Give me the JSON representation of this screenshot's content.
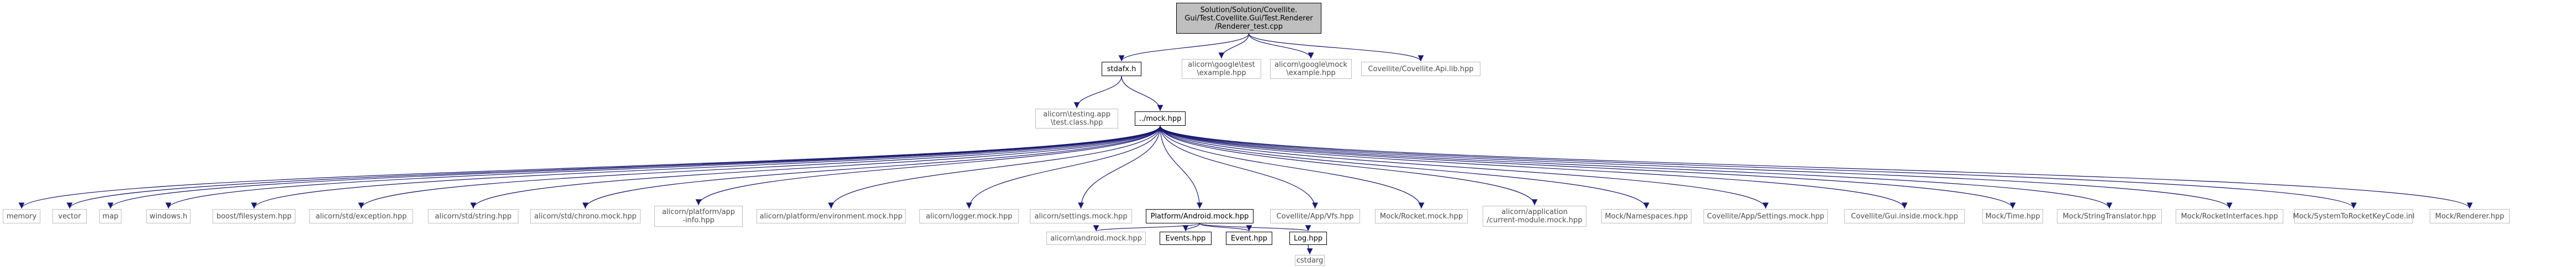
{
  "diagram": {
    "type": "include-dependency-graph",
    "nodes": [
      {
        "id": "root",
        "lines": [
          "Solution/Solution/Covellite.",
          "Gui/Test.Covellite.Gui/Test.Renderer",
          "/Renderer_test.cpp"
        ],
        "style": "root"
      },
      {
        "id": "stdafx",
        "lines": [
          "stdafx.h"
        ],
        "style": "dark"
      },
      {
        "id": "gtest_example",
        "lines": [
          "alicorn\\google\\test",
          "\\example.hpp"
        ],
        "style": "gray"
      },
      {
        "id": "gmock_example",
        "lines": [
          "alicorn\\google\\mock",
          "\\example.hpp"
        ],
        "style": "gray"
      },
      {
        "id": "covellite_api_lib",
        "lines": [
          "Covellite/Covellite.Api.lib.hpp"
        ],
        "style": "gray"
      },
      {
        "id": "testing_app",
        "lines": [
          "alicorn\\testing.app",
          "\\test.class.hpp"
        ],
        "style": "gray"
      },
      {
        "id": "mock_hpp",
        "lines": [
          "../mock.hpp"
        ],
        "style": "dark"
      },
      {
        "id": "memory",
        "lines": [
          "memory"
        ],
        "style": "gray"
      },
      {
        "id": "vector",
        "lines": [
          "vector"
        ],
        "style": "gray"
      },
      {
        "id": "map",
        "lines": [
          "map"
        ],
        "style": "gray"
      },
      {
        "id": "windows",
        "lines": [
          "windows.h"
        ],
        "style": "gray"
      },
      {
        "id": "boost_fs",
        "lines": [
          "boost/filesystem.hpp"
        ],
        "style": "gray"
      },
      {
        "id": "std_exception",
        "lines": [
          "alicorn/std/exception.hpp"
        ],
        "style": "gray"
      },
      {
        "id": "std_string",
        "lines": [
          "alicorn/std/string.hpp"
        ],
        "style": "gray"
      },
      {
        "id": "std_chrono",
        "lines": [
          "alicorn/std/chrono.mock.hpp"
        ],
        "style": "gray"
      },
      {
        "id": "platform_app_info",
        "lines": [
          "alicorn/platform/app",
          "-info.hpp"
        ],
        "style": "gray"
      },
      {
        "id": "platform_env",
        "lines": [
          "alicorn/platform/environment.mock.hpp"
        ],
        "style": "gray"
      },
      {
        "id": "logger",
        "lines": [
          "alicorn/logger.mock.hpp"
        ],
        "style": "gray"
      },
      {
        "id": "settings",
        "lines": [
          "alicorn/settings.mock.hpp"
        ],
        "style": "gray"
      },
      {
        "id": "platform_android",
        "lines": [
          "Platform/Android.mock.hpp"
        ],
        "style": "dark"
      },
      {
        "id": "covellite_app_vfs",
        "lines": [
          "Covellite/App/Vfs.hpp"
        ],
        "style": "gray"
      },
      {
        "id": "mock_rocket",
        "lines": [
          "Mock/Rocket.mock.hpp"
        ],
        "style": "gray"
      },
      {
        "id": "app_current_module",
        "lines": [
          "alicorn/application",
          "/current-module.mock.hpp"
        ],
        "style": "gray"
      },
      {
        "id": "mock_namespaces",
        "lines": [
          "Mock/Namespaces.hpp"
        ],
        "style": "gray"
      },
      {
        "id": "app_settings_mock",
        "lines": [
          "Covellite/App/Settings.mock.hpp"
        ],
        "style": "gray"
      },
      {
        "id": "gui_inside",
        "lines": [
          "Covellite/Gui.inside.mock.hpp"
        ],
        "style": "gray"
      },
      {
        "id": "mock_time",
        "lines": [
          "Mock/Time.hpp"
        ],
        "style": "gray"
      },
      {
        "id": "mock_string_translator",
        "lines": [
          "Mock/StringTranslator.hpp"
        ],
        "style": "gray"
      },
      {
        "id": "mock_rocket_interfaces",
        "lines": [
          "Mock/RocketInterfaces.hpp"
        ],
        "style": "gray"
      },
      {
        "id": "mock_system_keycode",
        "lines": [
          "Mock/SystemToRocketKeyCode.inl"
        ],
        "style": "gray"
      },
      {
        "id": "mock_renderer",
        "lines": [
          "Mock/Renderer.hpp"
        ],
        "style": "gray"
      },
      {
        "id": "android_mock",
        "lines": [
          "alicorn\\android.mock.hpp"
        ],
        "style": "gray"
      },
      {
        "id": "events",
        "lines": [
          "Events.hpp"
        ],
        "style": "dark"
      },
      {
        "id": "event",
        "lines": [
          "Event.hpp"
        ],
        "style": "dark"
      },
      {
        "id": "log",
        "lines": [
          "Log.hpp"
        ],
        "style": "dark"
      },
      {
        "id": "cstdarg",
        "lines": [
          "cstdarg"
        ],
        "style": "gray"
      }
    ],
    "edges": [
      [
        "root",
        "stdafx"
      ],
      [
        "root",
        "gtest_example"
      ],
      [
        "root",
        "gmock_example"
      ],
      [
        "root",
        "covellite_api_lib"
      ],
      [
        "stdafx",
        "testing_app"
      ],
      [
        "stdafx",
        "mock_hpp"
      ],
      [
        "mock_hpp",
        "memory"
      ],
      [
        "mock_hpp",
        "vector"
      ],
      [
        "mock_hpp",
        "map"
      ],
      [
        "mock_hpp",
        "windows"
      ],
      [
        "mock_hpp",
        "boost_fs"
      ],
      [
        "mock_hpp",
        "std_exception"
      ],
      [
        "mock_hpp",
        "std_string"
      ],
      [
        "mock_hpp",
        "std_chrono"
      ],
      [
        "mock_hpp",
        "platform_app_info"
      ],
      [
        "mock_hpp",
        "platform_env"
      ],
      [
        "mock_hpp",
        "logger"
      ],
      [
        "mock_hpp",
        "settings"
      ],
      [
        "mock_hpp",
        "platform_android"
      ],
      [
        "mock_hpp",
        "covellite_app_vfs"
      ],
      [
        "mock_hpp",
        "mock_rocket"
      ],
      [
        "mock_hpp",
        "app_current_module"
      ],
      [
        "mock_hpp",
        "mock_namespaces"
      ],
      [
        "mock_hpp",
        "app_settings_mock"
      ],
      [
        "mock_hpp",
        "gui_inside"
      ],
      [
        "mock_hpp",
        "mock_time"
      ],
      [
        "mock_hpp",
        "mock_string_translator"
      ],
      [
        "mock_hpp",
        "mock_rocket_interfaces"
      ],
      [
        "mock_hpp",
        "mock_system_keycode"
      ],
      [
        "mock_hpp",
        "mock_renderer"
      ],
      [
        "platform_android",
        "android_mock"
      ],
      [
        "platform_android",
        "events"
      ],
      [
        "platform_android",
        "event"
      ],
      [
        "platform_android",
        "log"
      ],
      [
        "log",
        "cstdarg"
      ]
    ]
  },
  "colors": {
    "edge": "#191970",
    "node_border": "#000000",
    "node_border_gray": "#bfbfbf",
    "root_fill": "#bfbfbf",
    "text": "#000000",
    "text_gray": "#4d4d4d"
  }
}
